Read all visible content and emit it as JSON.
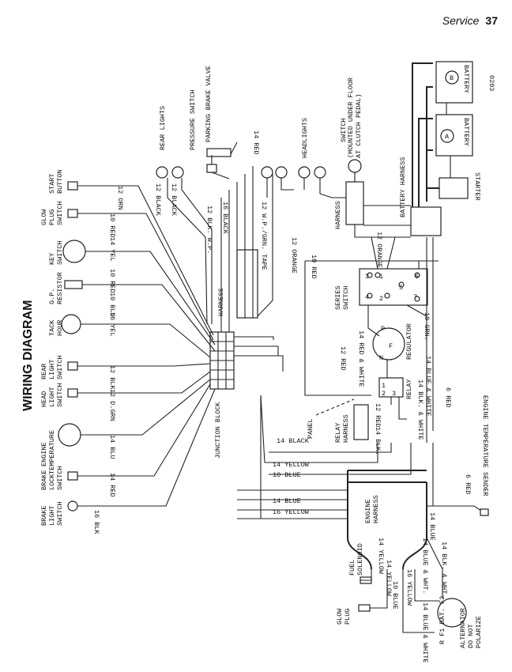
{
  "header": {
    "section": "Service",
    "page": "37"
  },
  "code": "0203",
  "title": "WIRING DIAGRAM",
  "labels": {
    "battery_a": "BATTERY",
    "battery_b": "BATTERY",
    "a": "A",
    "b": "B",
    "starter": "STARTER",
    "battery_harness": "BATTERY HARNESS",
    "harness": "HARNESS",
    "switch_floor": [
      "SWITCH",
      "(MOUNTED UNDER FLOOR",
      "AT CLUTCH PEDAL)"
    ],
    "headlights": "HEADLIGHTS",
    "rear_lights": "REAR LIGHTS",
    "pressure_switch": "PRESSURE SWITCH",
    "parking_brake_valve": "PARKING BRAKE VALVE",
    "start_button": [
      "START",
      "BUTTON"
    ],
    "glow_plug_switch": [
      "GLOW",
      "PLUG",
      "SWITCH"
    ],
    "key_switch": [
      "KEY",
      "SWITCH"
    ],
    "gp_resistor": [
      "G.P.",
      "RESISTOR"
    ],
    "tach_hour": [
      "TACK",
      "HOUR"
    ],
    "rear_light_switch": [
      "REAR",
      "LIGHT",
      "SWITCH"
    ],
    "head_light_switch": [
      "HEAD",
      "LIGHT",
      "SWITCH"
    ],
    "engine_temperature": [
      "ENGINE",
      "TEMPERATURE"
    ],
    "brake_lock_switch": [
      "BRAKE",
      "LOCK",
      "SWITCH"
    ],
    "brake_light_switch": [
      "BRAKE",
      "LIGHT",
      "SWITCH"
    ],
    "junction_block": "JUNCTION BLOCK",
    "series_switch": [
      "SERIES",
      "SWITCH"
    ],
    "regulator": "REGULATOR",
    "relay": "RELAY",
    "relay_harness": [
      "RELAY",
      "HARNESS"
    ],
    "panel": "PANEL",
    "engine_harness": [
      "ENGINE",
      "HARNESS"
    ],
    "engine_temp_sender": "ENGINE TEMPERATURE SENDER",
    "fuel_solenoid": [
      "FUEL",
      "SOLENOID"
    ],
    "glow_plug": [
      "GLOW",
      "PLUG"
    ],
    "alternator": [
      "ALTERNATOR",
      "DO NOT",
      "POLARIZE"
    ]
  },
  "wires": {
    "w12orn": "12 ORN",
    "w10red": "10 RED",
    "w14yel": "14 YEL",
    "w10red2": "10 RED",
    "w10blu": "10 BLU",
    "w16yel": "16 YEL",
    "w12blk": "12 BLK",
    "w12dgrn": "12 D.GRN",
    "w14blu": "14 BLU",
    "w14red": "14 RED",
    "w16blk": "16 BLK",
    "w12black": "12 BLACK",
    "w12black2": "12 BLACK",
    "w16black": "16 BLACK",
    "w12blkwp": "12 BLK. W.P.",
    "w12wpgrn": "12 W.P./GRN. TAPE",
    "w14red_top": "14 RED",
    "w12orange": "12 ORANGE",
    "w12orange2": "12 ORANGE",
    "w10red3": "10 RED",
    "w12red": "12 RED",
    "w14redwhite": "14 RED & WHITE",
    "w10grn": "10 GRN.",
    "w14blkwhite": "14 BLK. & WHITE",
    "w14bluewhite": "14 BLUE & WHITE",
    "w6red": "6 RED",
    "w12red2": "12 RED",
    "w14blk": "14 BLK.",
    "w14black": "14 BLACK",
    "w14yellow": "14 YELLOW",
    "w10blue": "10 BLUE",
    "w14blue": "14 BLUE",
    "w16yellow": "16 YELLOW",
    "w6red2": "6 RED",
    "w14blue2": "14 BLUE",
    "w14yellow2": "14 YELLOW",
    "w14bluewht": "14 BLUE & WHT.",
    "w16yellow2": "16 YELLOW",
    "w14yellow3": "14 YELLOW",
    "w14blkwht": "14 BLK. & WHT.",
    "w14bluewhite2": "14 BLUE & WHITE",
    "w10blue2": "10 BLUE"
  },
  "terminals": {
    "t3": "3",
    "t1": "1",
    "t4": "4",
    "t2": "2",
    "t5": "5",
    "t6": "6",
    "t7": "7",
    "n": "N",
    "f": "F",
    "p": "P",
    "r1": "1",
    "r2": "2",
    "r3": "3",
    "alt": "R  F1  BAT. F2"
  }
}
